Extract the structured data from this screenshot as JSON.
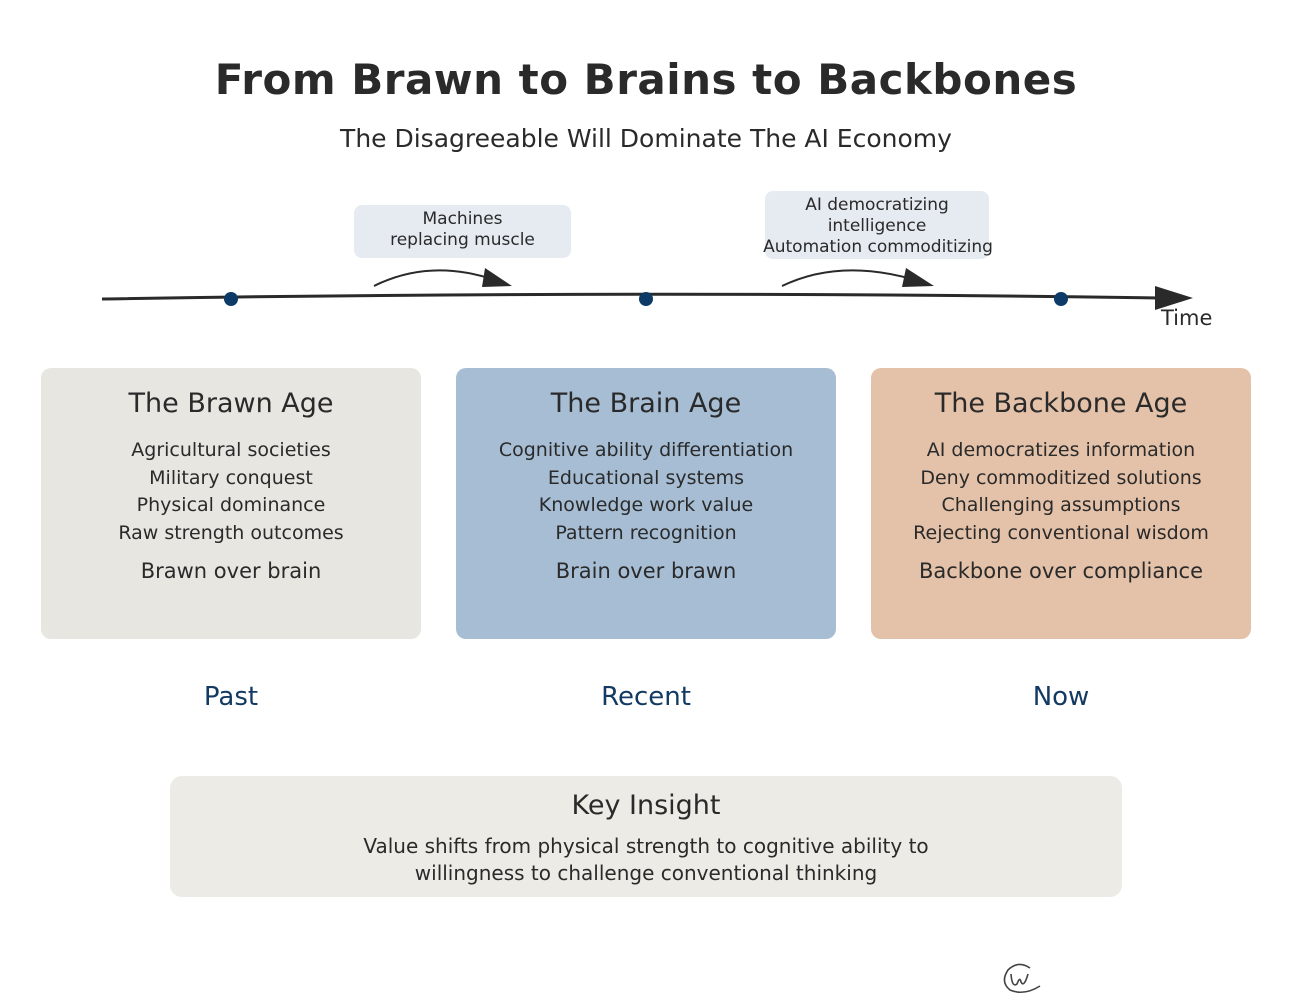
{
  "title": "From Brawn to Brains to Backbones",
  "subtitle": "The Disagreeable Will Dominate The AI Economy",
  "timeline": {
    "axis_label": "Time",
    "transitions": [
      {
        "lines": [
          "Machines",
          "replacing muscle"
        ]
      },
      {
        "lines": [
          "AI democratizing",
          "intelligence",
          "Automation commoditizing"
        ]
      }
    ],
    "dot_color": "#0d3a66"
  },
  "ages": [
    {
      "title": "The Brawn Age",
      "items": [
        "Agricultural societies",
        "Military conquest",
        "Physical dominance",
        "Raw strength outcomes"
      ],
      "summary": "Brawn over brain",
      "era": "Past",
      "color": "#e8e6e1"
    },
    {
      "title": "The Brain Age",
      "items": [
        "Cognitive ability differentiation",
        "Educational systems",
        "Knowledge work value",
        "Pattern recognition"
      ],
      "summary": "Brain over brawn",
      "era": "Recent",
      "color": "#a6bdd4"
    },
    {
      "title": "The Backbone Age",
      "items": [
        "AI democratizes information",
        "Deny commoditized solutions",
        "Challenging assumptions",
        "Rejecting conventional wisdom"
      ],
      "summary": "Backbone over compliance",
      "era": "Now",
      "color": "#e4c2a9"
    }
  ],
  "insight": {
    "title": "Key Insight",
    "text": "Value shifts from physical strength to cognitive ability to willingness to challenge conventional thinking"
  },
  "signature": "@w"
}
